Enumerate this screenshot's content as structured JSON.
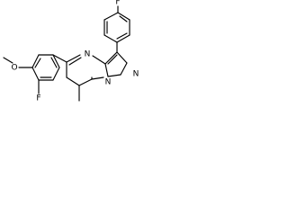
{
  "molecule": {
    "atoms": {
      "fluorine_top": "F",
      "nitrogen_pyrimidine": "N",
      "nitrogen_pyrazole": "N",
      "nitrogen_bridge": "N",
      "oxygen_methoxy": "O",
      "fluorine_left": "F"
    }
  }
}
